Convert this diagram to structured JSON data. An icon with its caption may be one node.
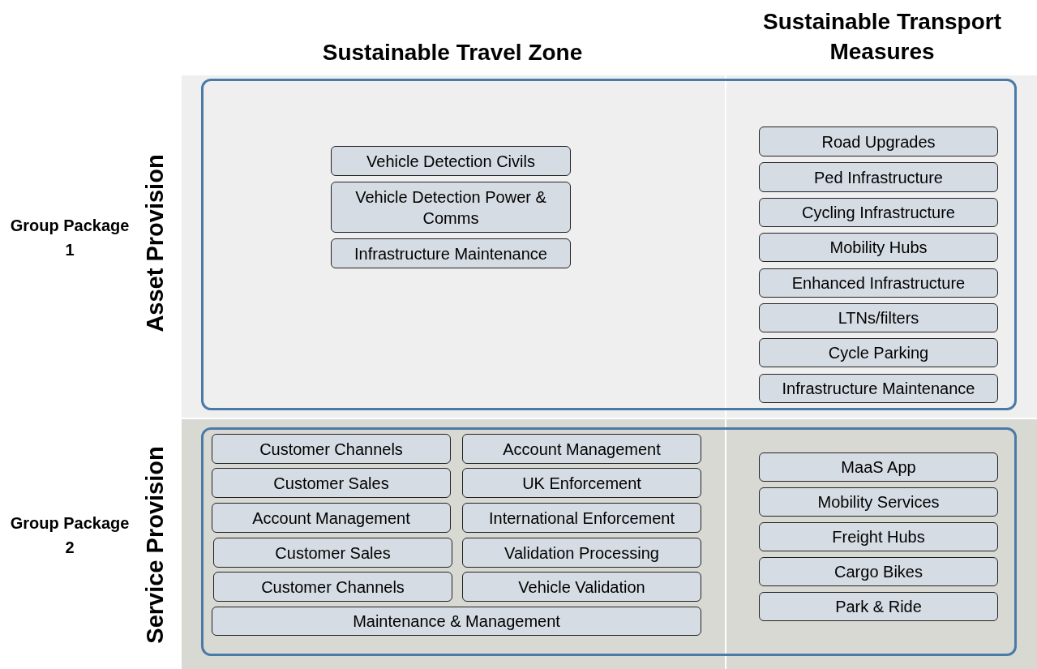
{
  "diagram": {
    "nodes": [
      {
        "text": [
          "Asset Provision"
        ]
      },
      {
        "text": [
          "Vehicle Detection Civils"
        ],
        "in": 0
      },
      {
        "text": [
          "Vehicle Detection Power & Comms"
        ],
        "in": 0
      },
      {
        "text": [
          "Infrastructure Maintenance"
        ],
        "in": 0
      },
      {
        "text": [
          "Road Upgrades"
        ],
        "in": 0
      },
      {
        "text": [
          "Ped Infrastructure"
        ],
        "in": 0
      },
      {
        "text": [
          "Cycling Infrastructure"
        ],
        "in": 0
      },
      {
        "text": [
          "Mobility Hubs"
        ],
        "in": 0
      },
      {
        "text": [
          "Enhanced Infrastructure"
        ],
        "in": 0
      },
      {
        "text": [
          "LTNs/filters"
        ],
        "in": 0
      },
      {
        "text": [
          "Cycle Parking"
        ],
        "in": 0
      },
      {
        "text": [
          "Infrastructure Maintenance"
        ],
        "in": 0
      },
      {
        "text": [
          "Service Provision"
        ]
      },
      {
        "text": [
          "Customer Channels"
        ],
        "in": 12
      },
      {
        "text": [
          "Account Management"
        ],
        "in": 12
      },
      {
        "text": [
          "Customer Sales"
        ],
        "in": 12
      },
      {
        "text": [
          "UK Enforcement"
        ],
        "in": 12
      },
      {
        "text": [
          "Account Management"
        ],
        "in": 12
      },
      {
        "text": [
          "International Enforcement"
        ],
        "in": 12
      },
      {
        "text": [
          "Customer Sales"
        ],
        "in": 12
      },
      {
        "text": [
          "Validation Processing"
        ],
        "in": 12
      },
      {
        "text": [
          "Customer Channels"
        ],
        "in": 12
      },
      {
        "text": [
          "Vehicle Validation"
        ],
        "in": 12
      },
      {
        "text": [
          "Maintenance & Management"
        ],
        "in": 12
      },
      {
        "text": [
          "MaaS App"
        ],
        "in": 12
      },
      {
        "text": [
          "Mobility Services"
        ],
        "in": 12
      },
      {
        "text": [
          "Freight Hubs"
        ],
        "in": 12
      },
      {
        "text": [
          "Cargo Bikes"
        ],
        "in": 12
      },
      {
        "text": [
          "Park & Ride"
        ],
        "in": 12
      }
    ],
    "edges": [],
    "labels": [
      "Sustainable Travel Zone",
      "Sustainable Transport Measures",
      "Group Package 1",
      "Group Package 2"
    ]
  }
}
